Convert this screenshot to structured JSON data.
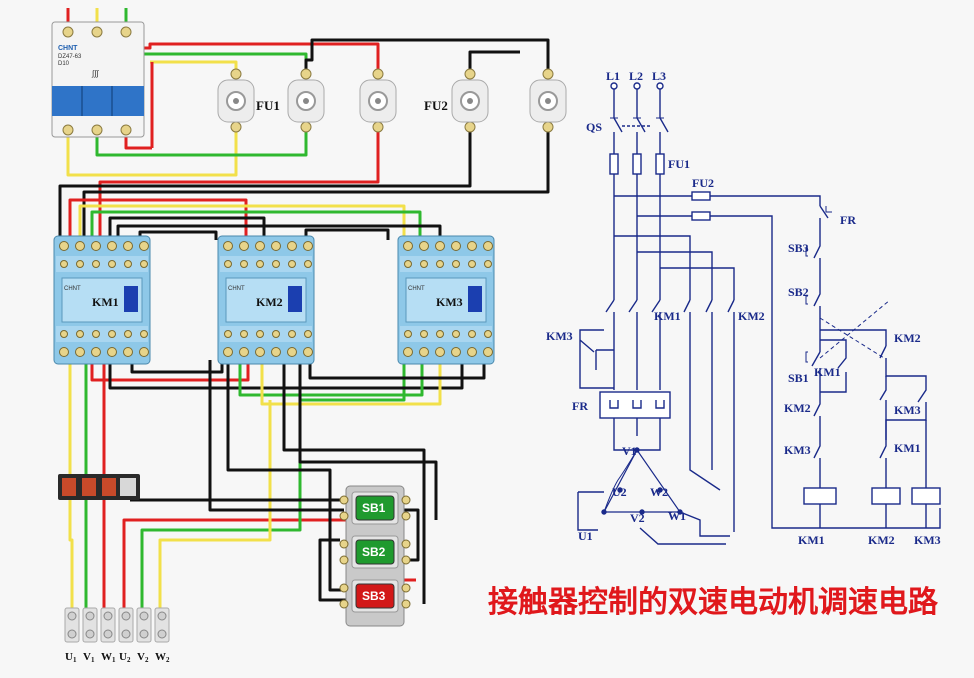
{
  "title": "接触器控制的双速电动机调速电路",
  "breaker": {
    "brand": "CHNT",
    "model": "DZ47-63",
    "rating": "D10"
  },
  "fuse_labels": {
    "fu1": "FU1",
    "fu2": "FU2"
  },
  "contactors": [
    {
      "label": "KM1",
      "brand": "CHNT"
    },
    {
      "label": "KM2",
      "brand": "CHNT"
    },
    {
      "label": "KM3",
      "brand": "CHNT"
    }
  ],
  "buttons": [
    {
      "label": "SB1",
      "color": "#1f9a2e"
    },
    {
      "label": "SB2",
      "color": "#1f9a2e"
    },
    {
      "label": "SB3",
      "color": "#d21818"
    }
  ],
  "terminals": [
    "U",
    "V",
    "W",
    "U",
    "V",
    "W"
  ],
  "terminal_subs": [
    "1",
    "1",
    "1",
    "2",
    "2",
    "2"
  ],
  "schematic": {
    "lines": [
      "L1",
      "L2",
      "L3"
    ],
    "qs": "QS",
    "fu1": "FU1",
    "fu2": "FU2",
    "fr_ctrl": "FR",
    "fr_main": "FR",
    "km3_main": "KM3",
    "km1_main": "KM1",
    "km2_main": "KM2",
    "sb3": "SB3",
    "sb2": "SB2",
    "sb1": "SB1",
    "km1_hold": "KM1",
    "km2_il": "KM2",
    "km3_il": "KM3",
    "km2_right": "KM2",
    "km3_right": "KM3",
    "km1_right": "KM1",
    "v1": "V1",
    "u2": "U2",
    "w2": "W2",
    "v2": "V2",
    "w1": "W1",
    "u1": "U1",
    "coil_km1": "KM1",
    "coil_km2": "KM2",
    "coil_km3": "KM3"
  },
  "colors": {
    "red": "#e02020",
    "yellow": "#f2e04a",
    "green": "#2fb82f",
    "black": "#111111",
    "contactor": "#8ec8e8",
    "schematic": "#1a2a8a"
  }
}
